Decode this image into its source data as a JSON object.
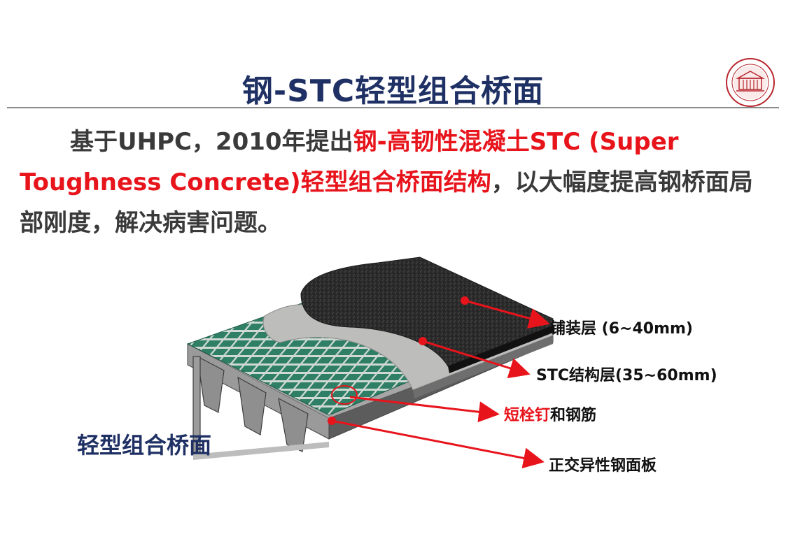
{
  "title": "钢-STC轻型组合桥面",
  "paragraph": {
    "part1": "基于UHPC，2010年提出",
    "part2_red": "钢-高韧性混凝土STC (Super Toughness Concrete)轻型组合桥面结构",
    "part3": "，以大幅度提高钢桥面局部刚度，解决病害问题。"
  },
  "caption": "轻型组合桥面",
  "labels": {
    "paving": "铺装层 (6~40mm)",
    "stc": "STC结构层(35~60mm)",
    "studs_red": "短栓钉",
    "studs_rest": "和钢筋",
    "deck": "正交异性钢面板"
  },
  "colors": {
    "title": "#1f3064",
    "accent_red": "#e8141c",
    "body_text": "#3a3a3a",
    "asphalt": "#2b2b2b",
    "stc_layer": "#b9b9b7",
    "rebar": "#1f7a5e",
    "steel": "#8c8c8c"
  }
}
